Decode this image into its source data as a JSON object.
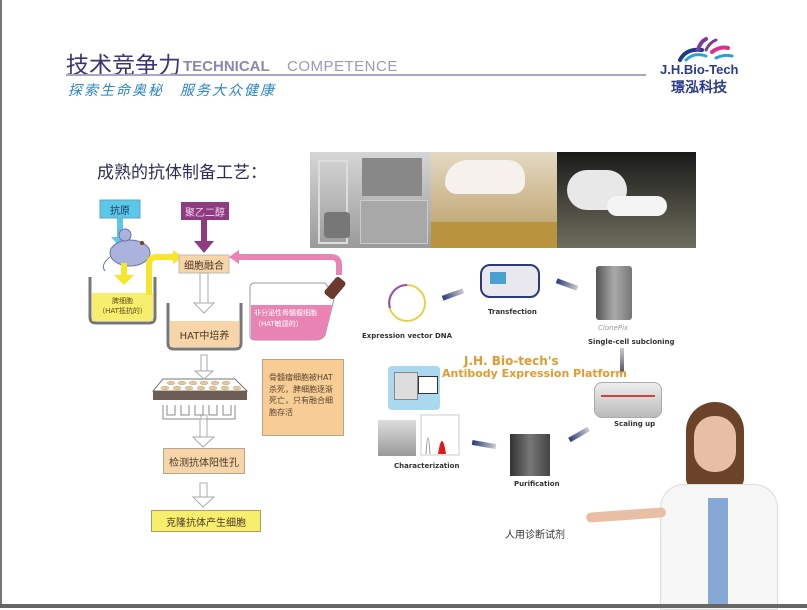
{
  "header": {
    "title_cn": "技术竞争力",
    "title_en_bold": "TECHNICAL",
    "title_en_light": "COMPETENCE",
    "slogan": "探索生命奥秘　服务大众健康"
  },
  "logo": {
    "name_en": "J.H.Bio-Tech",
    "name_cn": "璟泓科技",
    "colors": [
      "#1e3a8c",
      "#7a3aa0",
      "#d6338a",
      "#2aa2d6"
    ]
  },
  "section": {
    "title": "成熟的抗体制备工艺："
  },
  "flowchart": {
    "antigen_label": "抗原",
    "peg_label": "聚乙二醇",
    "fusion_label": "细胞融合",
    "spleen_cells_label": "脾细胞\n（HAT抵抗的）",
    "myeloma_label": "非分泌性骨髓瘤细胞（HAT敏感的）",
    "hat_culture_label": "HAT中培养",
    "note_label": "骨髓瘤细胞被HAT杀死，脾细胞逐渐死亡，只有融合细胞存活",
    "detect_label": "检测抗体阳性孔",
    "clone_label": "克隆抗体产生细胞",
    "colors": {
      "antigen": "#5bc8ea",
      "peg": "#8e3b82",
      "fusion": "#f8d5a8",
      "spleen": "#f7ee6e",
      "myeloma": "#e883b4",
      "note": "#f7cd95",
      "detect": "#f8d5a8",
      "clone": "#f7ee6e",
      "plate": "#6e5d55"
    }
  },
  "platform": {
    "title_line1": "J.H. Bio-tech's",
    "title_line2": "Antibody Expression Platform",
    "steps": [
      "Expression vector DNA",
      "Transfection",
      "Single-cell subcloning",
      "Scaling up",
      "Purification",
      "Characterization"
    ],
    "instrument_brand": "ClonePix"
  },
  "caption": {
    "text": "人用诊断试剂"
  }
}
